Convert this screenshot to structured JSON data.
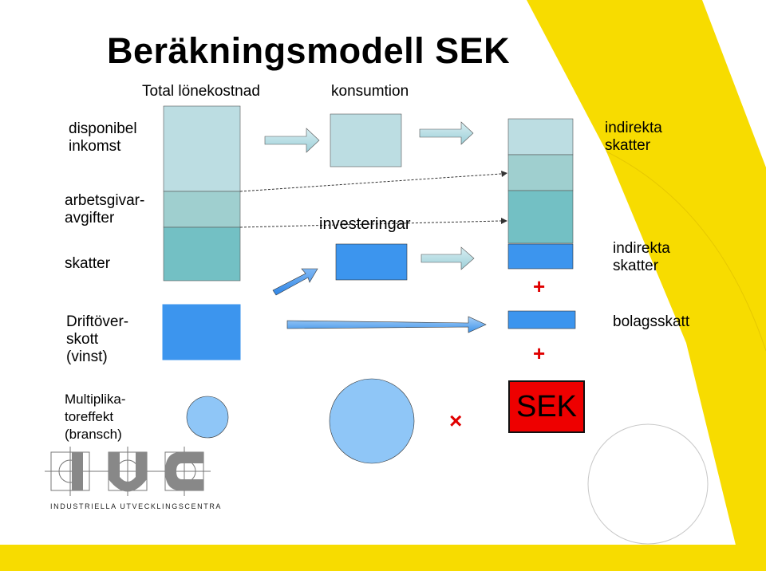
{
  "title": "Beräkningsmodell SEK",
  "headers": {
    "total_labor_cost": "Total lönekostnad",
    "consumption": "konsumtion"
  },
  "left_labels": {
    "disposable_income": "disponibel\ninkomst",
    "employer_fees": "arbetsgivar-\navgifter",
    "taxes": "skatter",
    "operating_surplus": "Driftöver-\nskott\n(vinst)",
    "multiplier_effect": "Multiplika-\ntoreffekt\n(bransch)"
  },
  "middle_labels": {
    "investments": "investeringar"
  },
  "right_labels": {
    "indirect_taxes_1": "indirekta\nskatter",
    "indirect_taxes_2": "indirekta\nskatter",
    "corporate_tax": "bolagsskatt"
  },
  "result_box": "SEK",
  "operators": {
    "plus": "+",
    "times": "×"
  },
  "logo": {
    "letters": "iuc",
    "caption": "INDUSTRIELLA UTVECKLINGSCENTRA"
  },
  "colors": {
    "yellow": "#f7dc00",
    "light_teal": "#bcdde2",
    "mid_teal": "#9fcfcf",
    "teal": "#73c0c4",
    "blue": "#3c95ee",
    "light_blue": "#8fc6f7",
    "red": "#ee0000"
  }
}
